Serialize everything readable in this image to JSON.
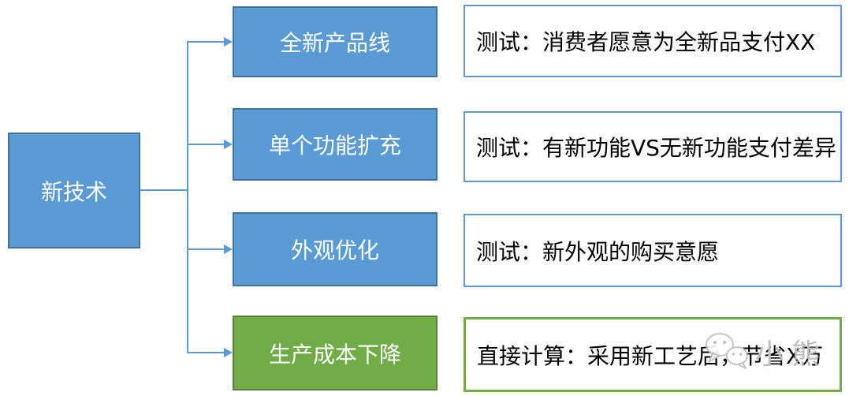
{
  "diagram": {
    "root_label": "新技术",
    "rows": [
      {
        "category": "全新产品线",
        "note": "测试：消费者愿意为全新品支付XX"
      },
      {
        "category": "单个功能扩充",
        "note": "测试：有新功能VS无新功能支付差异"
      },
      {
        "category": "外观优化",
        "note": "测试：新外观的购买意愿"
      },
      {
        "category": "生产成本下降",
        "note": "直接计算：采用新工艺后，节省X万"
      }
    ],
    "watermark": {
      "icon": "wechat-icon",
      "text": "小熊"
    },
    "colors": {
      "blue_fill": "#5B9BD5",
      "blue_border": "#41719C",
      "green_fill": "#70AD47",
      "green_border": "#548235",
      "note_border_blue": "#5B9BD5",
      "note_border_green": "#70AD47",
      "connector": "#5B9BD5",
      "box_text": "#FFFFFF",
      "note_text": "#000000",
      "watermark_gray": "#B2B2B2"
    }
  }
}
